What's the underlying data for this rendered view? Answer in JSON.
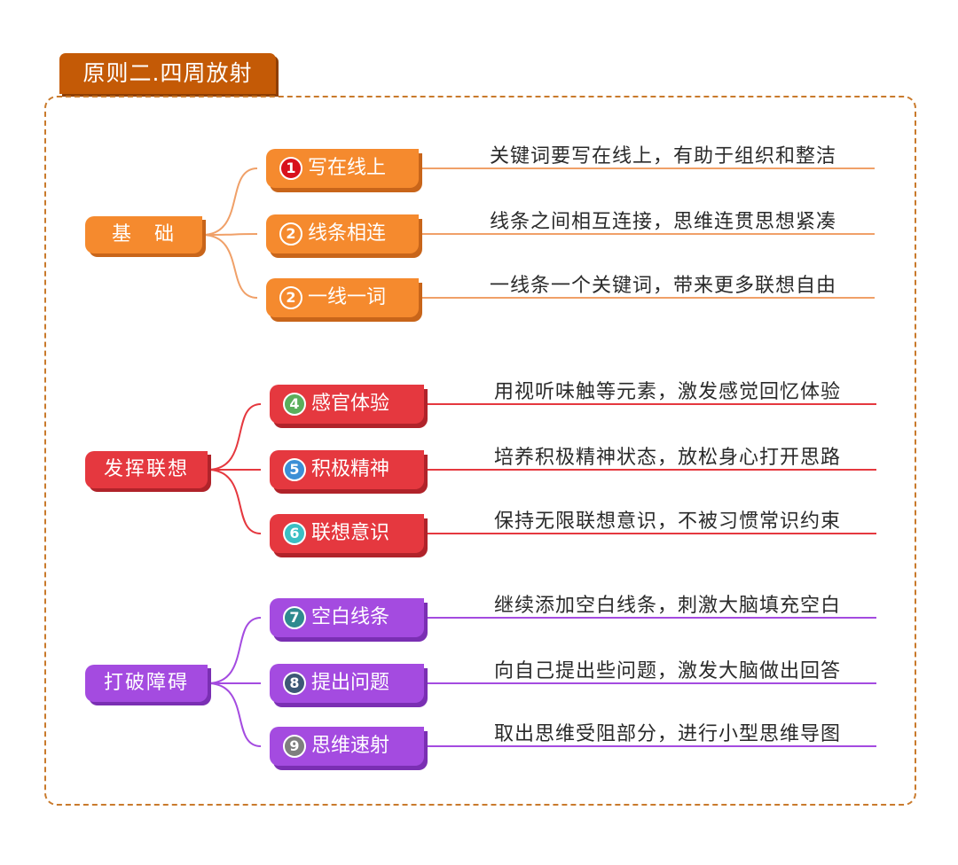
{
  "title": "原则二.四周放射",
  "groups": [
    {
      "category": "基　础",
      "color": "#F58A2E",
      "shadow": "#C8651A",
      "line_color": "#F0A068",
      "items": [
        {
          "number": "1",
          "number_color": "#D8121C",
          "label": "写在线上",
          "description": "关键词要写在线上，有助于组织和整洁"
        },
        {
          "number": "2",
          "number_color": "#F58A2E",
          "label": "线条相连",
          "description": "线条之间相互连接，思维连贯思想紧凑"
        },
        {
          "number": "2",
          "number_color": "#F58A2E",
          "label": "一线一词",
          "description": "一线条一个关键词，带来更多联想自由"
        }
      ]
    },
    {
      "category": "发挥联想",
      "color": "#E5383F",
      "shadow": "#B0232A",
      "line_color": "#E5383F",
      "items": [
        {
          "number": "4",
          "number_color": "#5BAE5C",
          "label": "感官体验",
          "description": "用视听味触等元素，激发感觉回忆体验"
        },
        {
          "number": "5",
          "number_color": "#3C8FD6",
          "label": "积极精神",
          "description": "培养积极精神状态，放松身心打开思路"
        },
        {
          "number": "6",
          "number_color": "#3BBFC3",
          "label": "联想意识",
          "description": "保持无限联想意识，不被习惯常识约束"
        }
      ]
    },
    {
      "category": "打破障碍",
      "color": "#A44BE0",
      "shadow": "#7A2FB3",
      "line_color": "#A44BE0",
      "items": [
        {
          "number": "7",
          "number_color": "#2F8A8F",
          "label": "空白线条",
          "description": "继续添加空白线条，刺激大脑填充空白"
        },
        {
          "number": "8",
          "number_color": "#3D5876",
          "label": "提出问题",
          "description": "向自己提出些问题，激发大脑做出回答"
        },
        {
          "number": "9",
          "number_color": "#7F7F7F",
          "label": "思维速射",
          "description": "取出思维受阻部分，进行小型思维导图"
        }
      ]
    }
  ]
}
